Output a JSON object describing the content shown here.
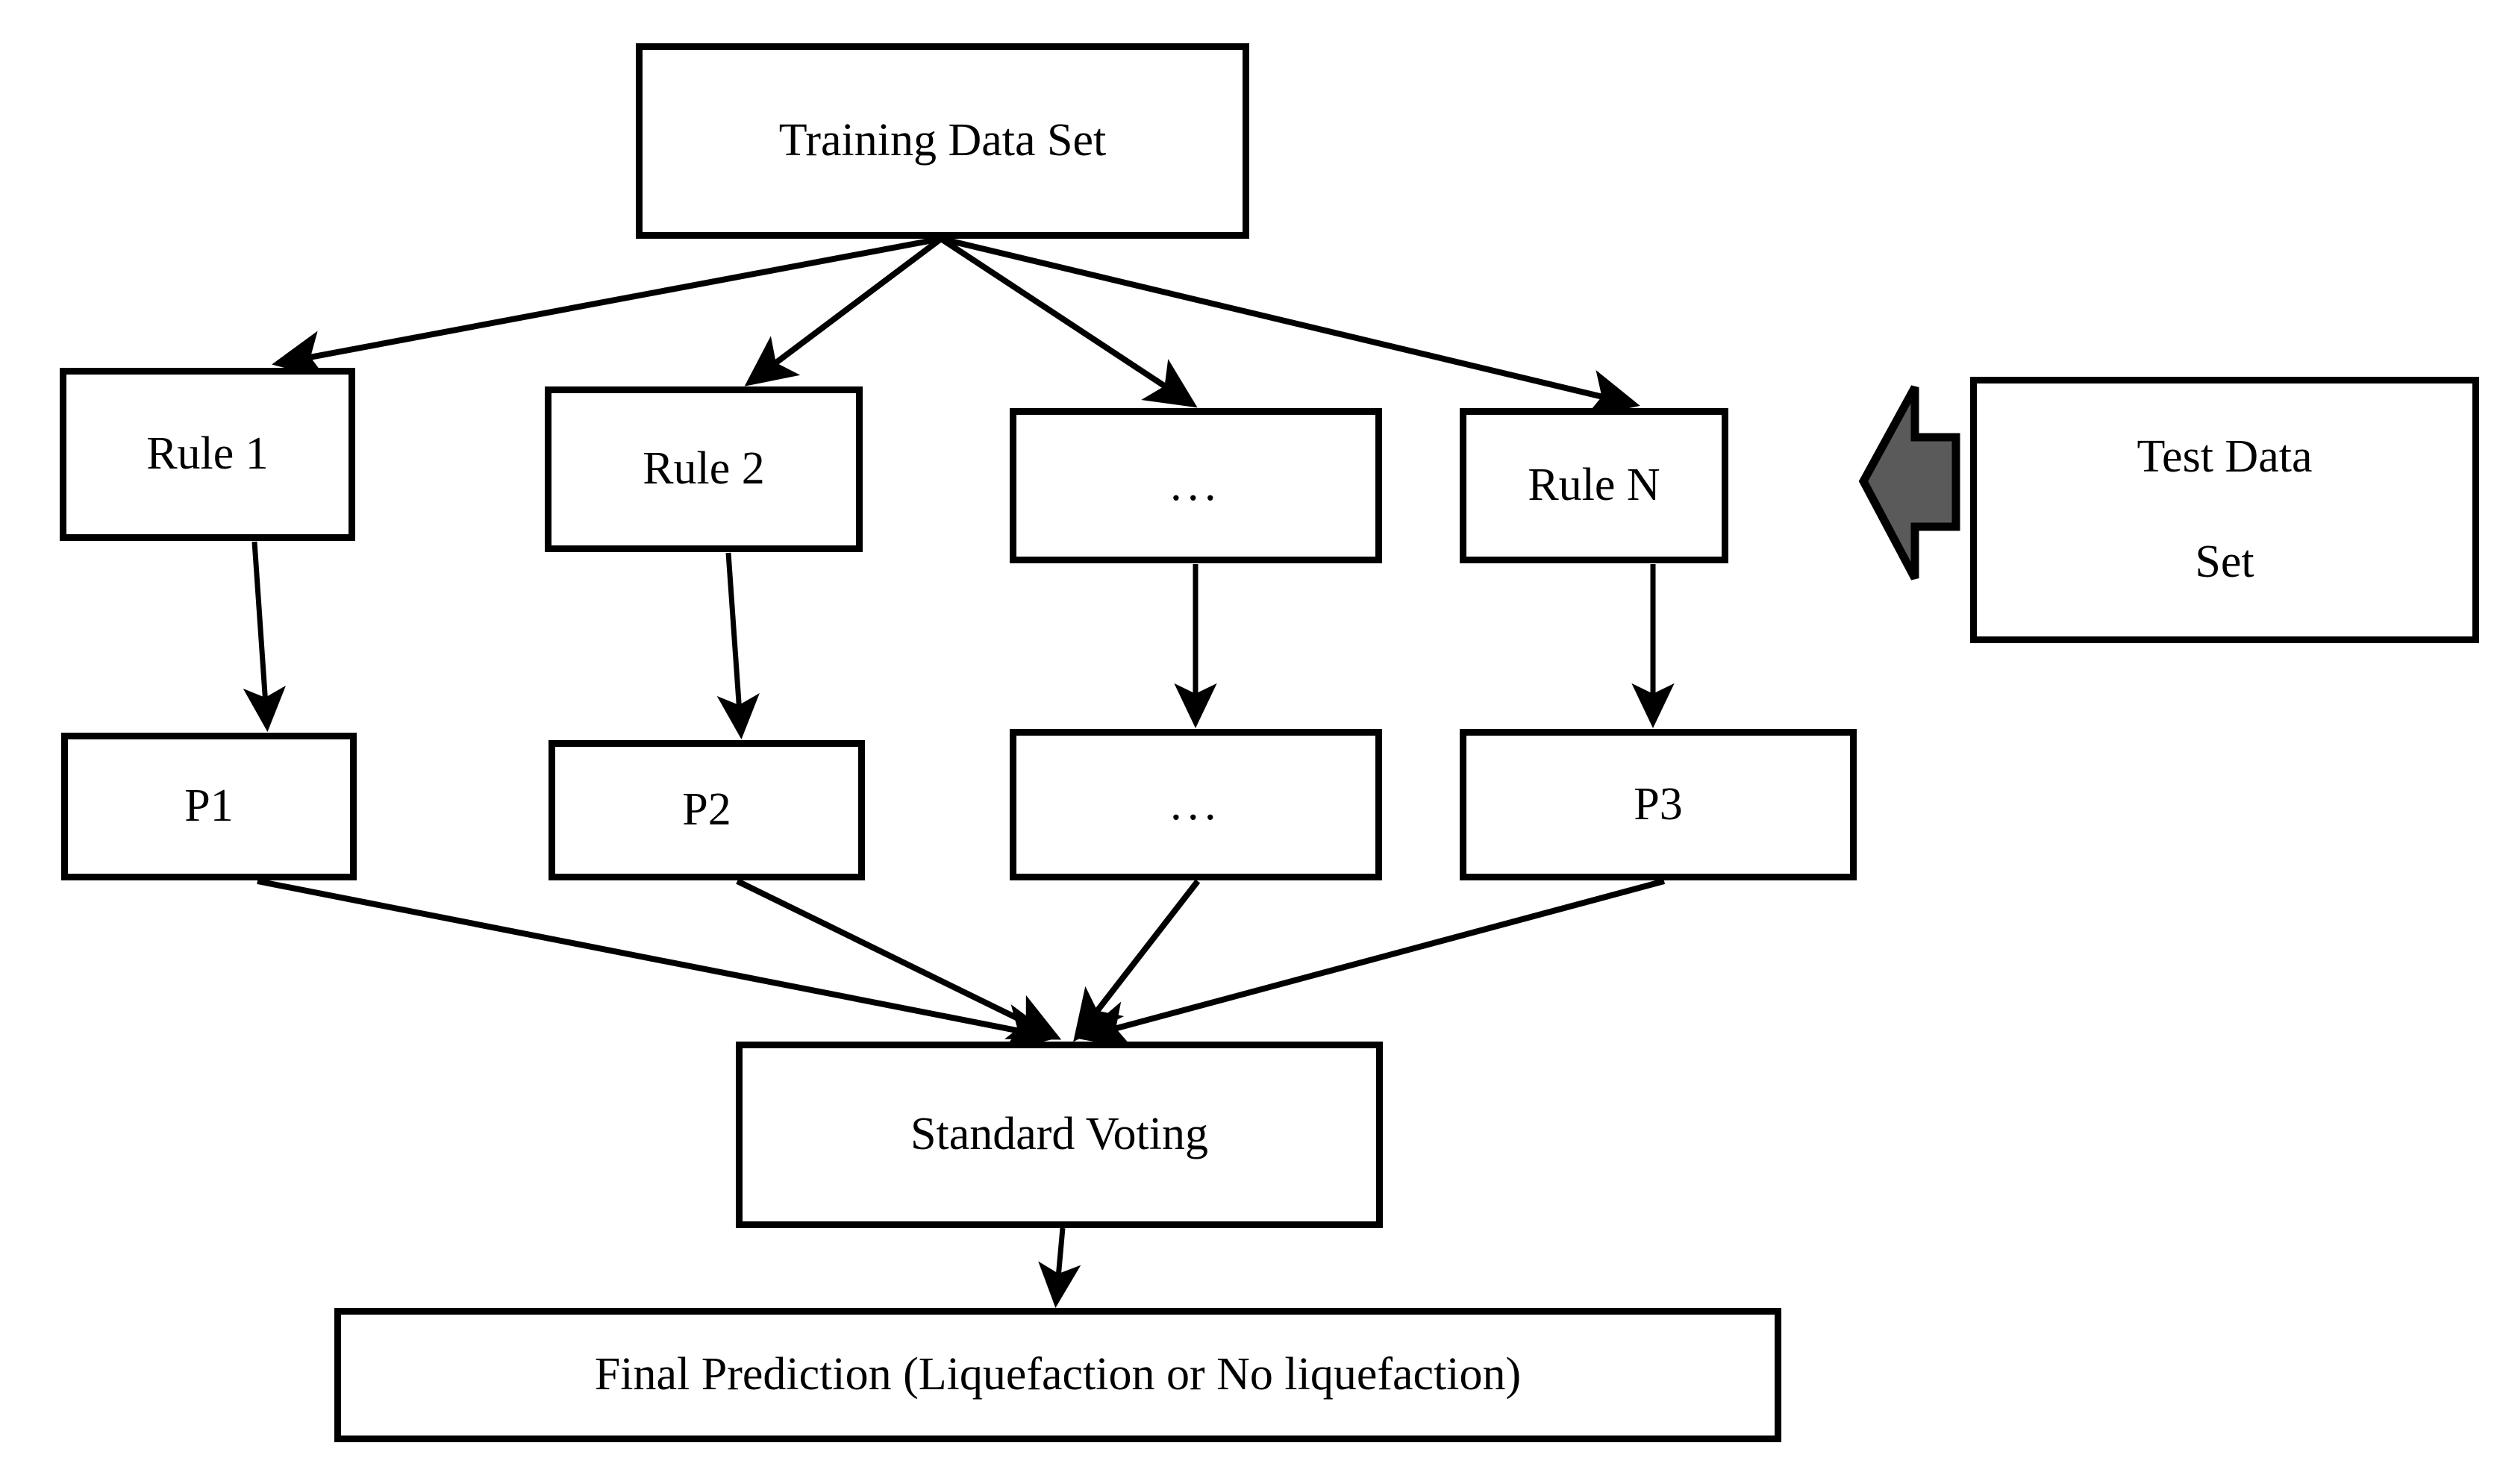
{
  "diagram": {
    "title": "Ensemble rule-based liquefaction prediction flow",
    "colors": {
      "stroke": "#000000",
      "fill": "#ffffff",
      "test_arrow_fill": "#5a5a5a"
    },
    "nodes": {
      "training_data": {
        "label": "Training Data Set"
      },
      "rule_1": {
        "label": "Rule 1"
      },
      "rule_2": {
        "label": "Rule 2"
      },
      "rule_dots": {
        "label": "..."
      },
      "rule_n": {
        "label": "Rule N"
      },
      "test_data": {
        "label_line1": "Test Data",
        "label_line2": "Set"
      },
      "p1": {
        "label": "P1"
      },
      "p2": {
        "label": "P2"
      },
      "p_dots": {
        "label": "..."
      },
      "p3": {
        "label": "P3"
      },
      "standard_voting": {
        "label": "Standard Voting"
      },
      "final_prediction": {
        "label": "Final Prediction (Liquefaction or No liquefaction)"
      }
    },
    "edges": [
      {
        "name": "training-to-rule1",
        "from": "training_data",
        "to": "rule_1",
        "style": "arrow"
      },
      {
        "name": "training-to-rule2",
        "from": "training_data",
        "to": "rule_2",
        "style": "arrow"
      },
      {
        "name": "training-to-rule-dots",
        "from": "training_data",
        "to": "rule_dots",
        "style": "arrow"
      },
      {
        "name": "training-to-ruleN",
        "from": "training_data",
        "to": "rule_n",
        "style": "arrow"
      },
      {
        "name": "rule1-to-p1",
        "from": "rule_1",
        "to": "p1",
        "style": "arrow"
      },
      {
        "name": "rule2-to-p2",
        "from": "rule_2",
        "to": "p2",
        "style": "arrow"
      },
      {
        "name": "ruledots-to-pdots",
        "from": "rule_dots",
        "to": "p_dots",
        "style": "arrow"
      },
      {
        "name": "ruleN-to-p3",
        "from": "rule_n",
        "to": "p3",
        "style": "arrow"
      },
      {
        "name": "p1-to-voting",
        "from": "p1",
        "to": "standard_voting",
        "style": "arrow"
      },
      {
        "name": "p2-to-voting",
        "from": "p2",
        "to": "standard_voting",
        "style": "arrow"
      },
      {
        "name": "pdots-to-voting",
        "from": "p_dots",
        "to": "standard_voting",
        "style": "arrow"
      },
      {
        "name": "p3-to-voting",
        "from": "p3",
        "to": "standard_voting",
        "style": "arrow"
      },
      {
        "name": "voting-to-final",
        "from": "standard_voting",
        "to": "final_prediction",
        "style": "arrow"
      },
      {
        "name": "testdata-to-ruleN",
        "from": "test_data",
        "to": "rule_n",
        "style": "block-arrow-gray"
      }
    ]
  }
}
